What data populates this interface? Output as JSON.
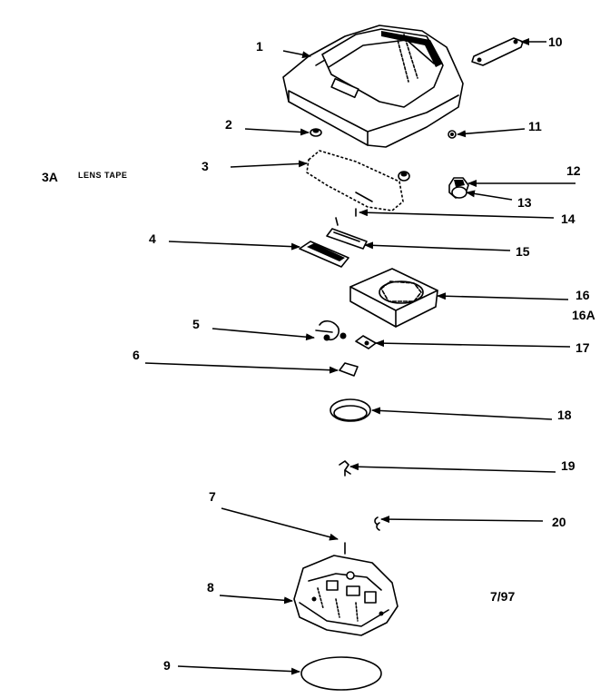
{
  "callouts": {
    "c1": "1",
    "c2": "2",
    "c3": "3",
    "c3a": "3A",
    "c3a_note": "LENS TAPE",
    "c4": "4",
    "c5": "5",
    "c6": "6",
    "c7": "7",
    "c8": "8",
    "c9": "9",
    "c10": "10",
    "c11": "11",
    "c12": "12",
    "c13": "13",
    "c14": "14",
    "c15": "15",
    "c16": "16",
    "c16a": "16A",
    "c17": "17",
    "c18": "18",
    "c19": "19",
    "c20": "20"
  },
  "revision_date": "7/97"
}
